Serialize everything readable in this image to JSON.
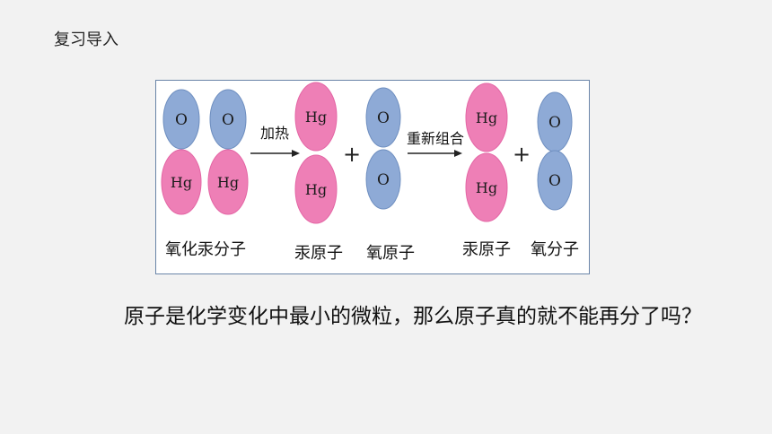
{
  "title": "复习导入",
  "atoms": {
    "oxygen": "O",
    "mercury": "Hg"
  },
  "colors": {
    "oxygen_fill": "#8eaad6",
    "oxygen_stroke": "#6f8fc0",
    "mercury_fill": "#ee7fb6",
    "mercury_stroke": "#e466a5"
  },
  "arrows": {
    "heat": "加热",
    "recombine": "重新组合"
  },
  "plus_sign": "+",
  "captions": {
    "mercuric_oxide_molecule": "氧化汞分子",
    "mercury_atom_1": "汞原子",
    "oxygen_atom": "氧原子",
    "mercury_atom_2": "汞原子",
    "oxygen_molecule": "氧分子"
  },
  "question": "原子是化学变化中最小的微粒，那么原子真的就不能再分了吗？"
}
